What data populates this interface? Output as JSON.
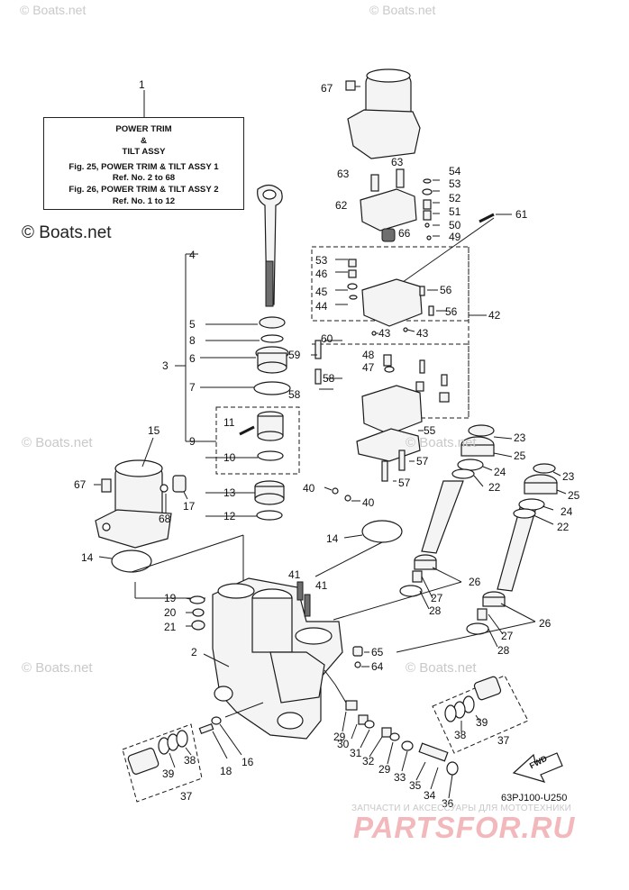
{
  "watermarks": {
    "top_left": "© Boats.net",
    "top_right": "© Boats.net",
    "left_main": "© Boats.net",
    "mid_left": "© Boats.net",
    "mid_right": "© Boats.net",
    "bottom_left": "© Boats.net",
    "bottom_right": "© Boats.net"
  },
  "note_box": {
    "line1": "POWER TRIM",
    "line2": "&",
    "line3": "TILT ASSY",
    "line4": "Fig. 25, POWER TRIM & TILT ASSY 1",
    "line5": "Ref. No. 2 to 68",
    "line6": "Fig. 26, POWER TRIM & TILT ASSY 2",
    "line7": "Ref. No. 1 to 12"
  },
  "callouts": [
    "1",
    "67",
    "63",
    "63",
    "62",
    "54",
    "53",
    "52",
    "51",
    "50",
    "49",
    "66",
    "61",
    "4",
    "53",
    "46",
    "45",
    "44",
    "56",
    "56",
    "42",
    "43",
    "43",
    "60",
    "59",
    "48",
    "47",
    "58",
    "58",
    "5",
    "8",
    "3",
    "6",
    "7",
    "11",
    "10",
    "9",
    "55",
    "57",
    "57",
    "23",
    "25",
    "24",
    "22",
    "23",
    "25",
    "24",
    "22",
    "15",
    "67",
    "68",
    "17",
    "40",
    "40",
    "13",
    "12",
    "14",
    "14",
    "41",
    "41",
    "26",
    "27",
    "28",
    "26",
    "27",
    "28",
    "19",
    "20",
    "21",
    "2",
    "65",
    "64",
    "38",
    "39",
    "37",
    "29",
    "30",
    "31",
    "32",
    "29",
    "33",
    "35",
    "34",
    "36",
    "18",
    "16",
    "38",
    "39",
    "37"
  ],
  "diagram_code": "63PJ100-U250",
  "fwd_label": "FWD",
  "footer": {
    "tagline": "ЗАПЧАСТИ И АКСЕССУАРЫ ДЛЯ МОТОТЕХНИКИ",
    "brand": "PARTSFOR.RU"
  }
}
